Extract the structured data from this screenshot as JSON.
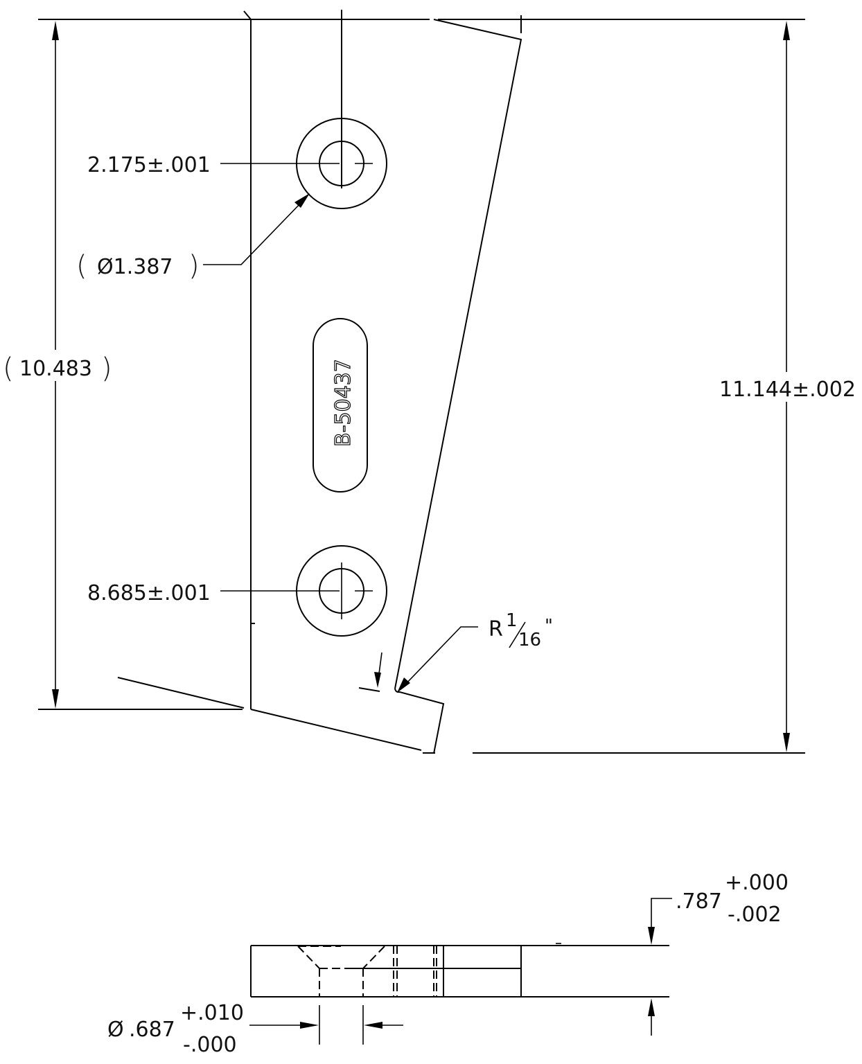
{
  "drawing": {
    "type": "technical-drawing",
    "part_number": "B-50437",
    "views": {
      "front": {
        "dimensions": {
          "hole_top_location": "2.175±.001",
          "hole_diameter_ref": "Ø1.387",
          "overall_height_ref": "10.483",
          "overall_height": "11.144±.002",
          "hole_bottom_location": "8.685±.001",
          "corner_radius_prefix": "R",
          "corner_radius_numerator": "1",
          "corner_radius_denominator": "16",
          "corner_radius_unit": "\""
        }
      },
      "side": {
        "dimensions": {
          "thickness_nominal": ".787",
          "thickness_upper_tol": "+.000",
          "thickness_lower_tol": "-.002",
          "bore_symbol": "Ø",
          "bore_nominal": ".687",
          "bore_upper_tol": "+.010",
          "bore_lower_tol": "-.000"
        }
      }
    },
    "colors": {
      "line": "#000000",
      "background": "#ffffff"
    }
  }
}
